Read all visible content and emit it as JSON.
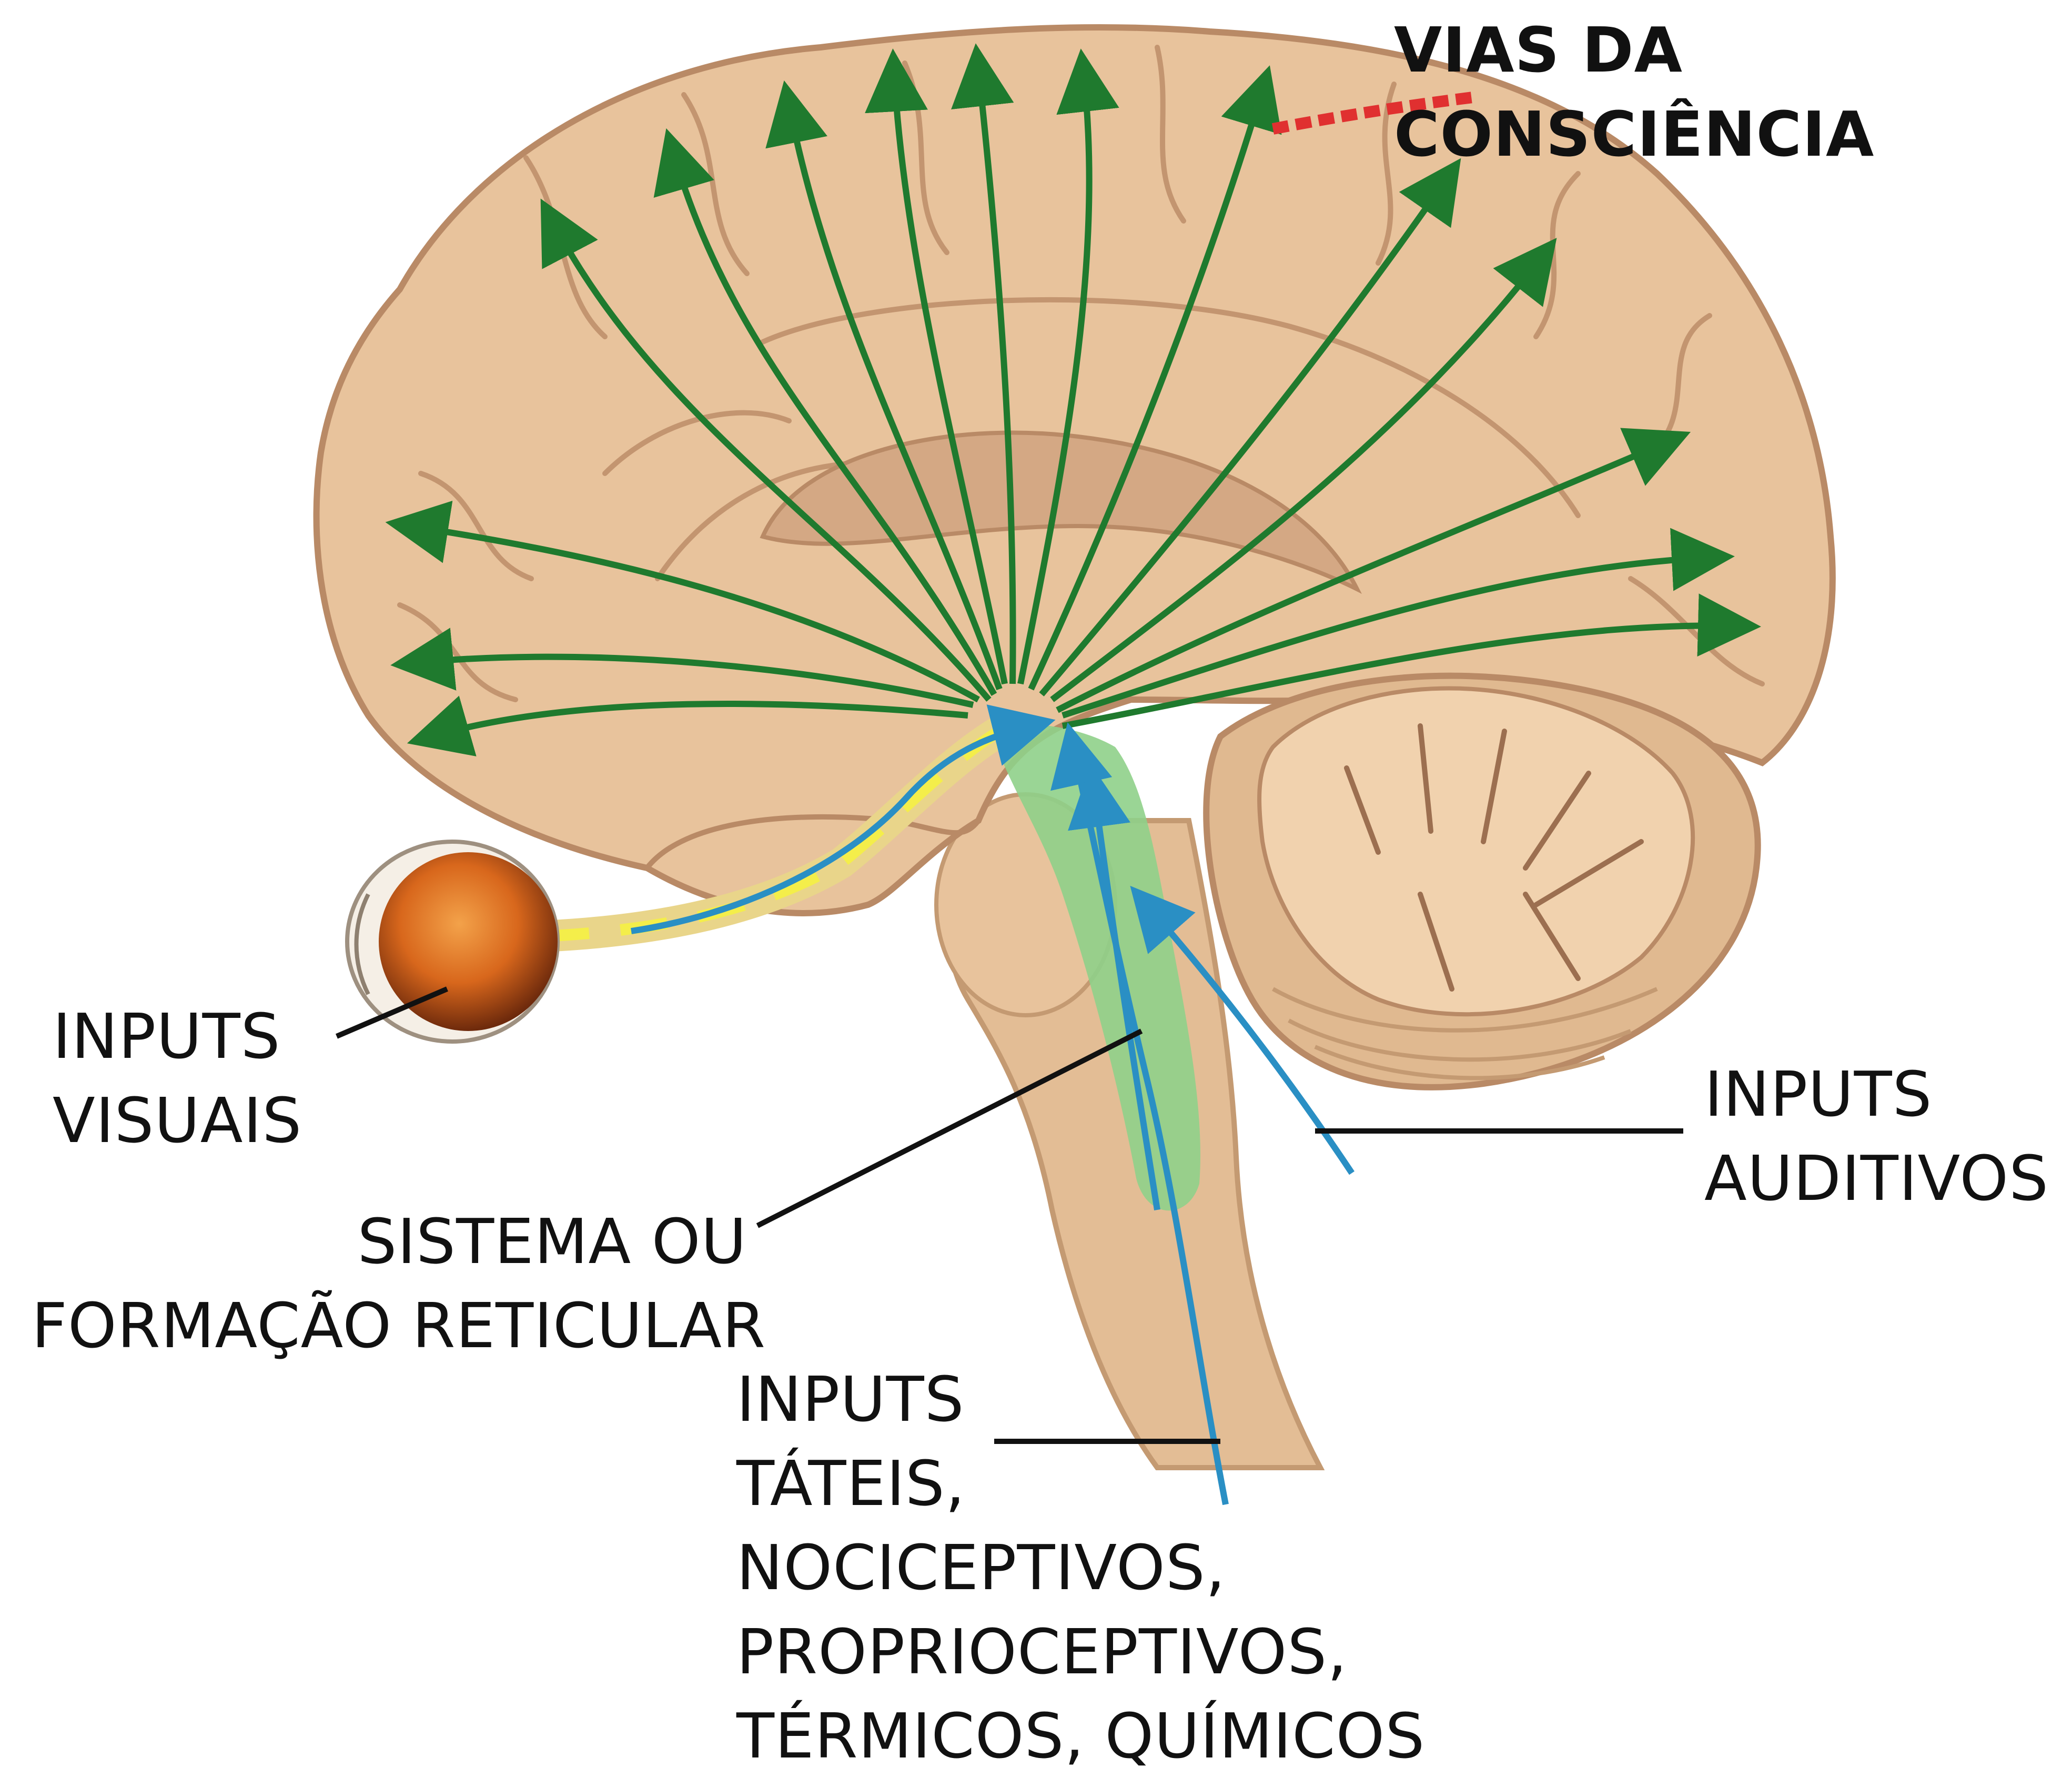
{
  "diagram": {
    "labels": {
      "vias": {
        "lines": [
          "VIAS DA",
          "CONSCIÊNCIA"
        ]
      },
      "visual": {
        "lines": [
          "INPUTS",
          "VISUAIS"
        ]
      },
      "auditory": {
        "lines": [
          "INPUTS",
          "AUDITIVOS"
        ]
      },
      "reticular": {
        "lines": [
          "SISTEMA OU",
          "FORMAÇÃO RETICULAR"
        ]
      },
      "somatic": {
        "lines": [
          "INPUTS",
          "TÁTEIS,",
          "NOCICEPTIVOS,",
          "PROPRIOCEPTIVOS,",
          "TÉRMICOS, QUÍMICOS"
        ]
      }
    },
    "colors": {
      "cortex": "#e8c39c",
      "cortex_stroke": "#b98a66",
      "pathway_green": "#1f7a2e",
      "reticular_green": "#8fd08a",
      "sensory_blue": "#2a8fc4",
      "eye_iris": "#d8671c",
      "leader_line": "#111111"
    },
    "icons": [
      "eye-icon",
      "brain-icon",
      "cerebellum-icon",
      "brainstem-icon"
    ]
  }
}
